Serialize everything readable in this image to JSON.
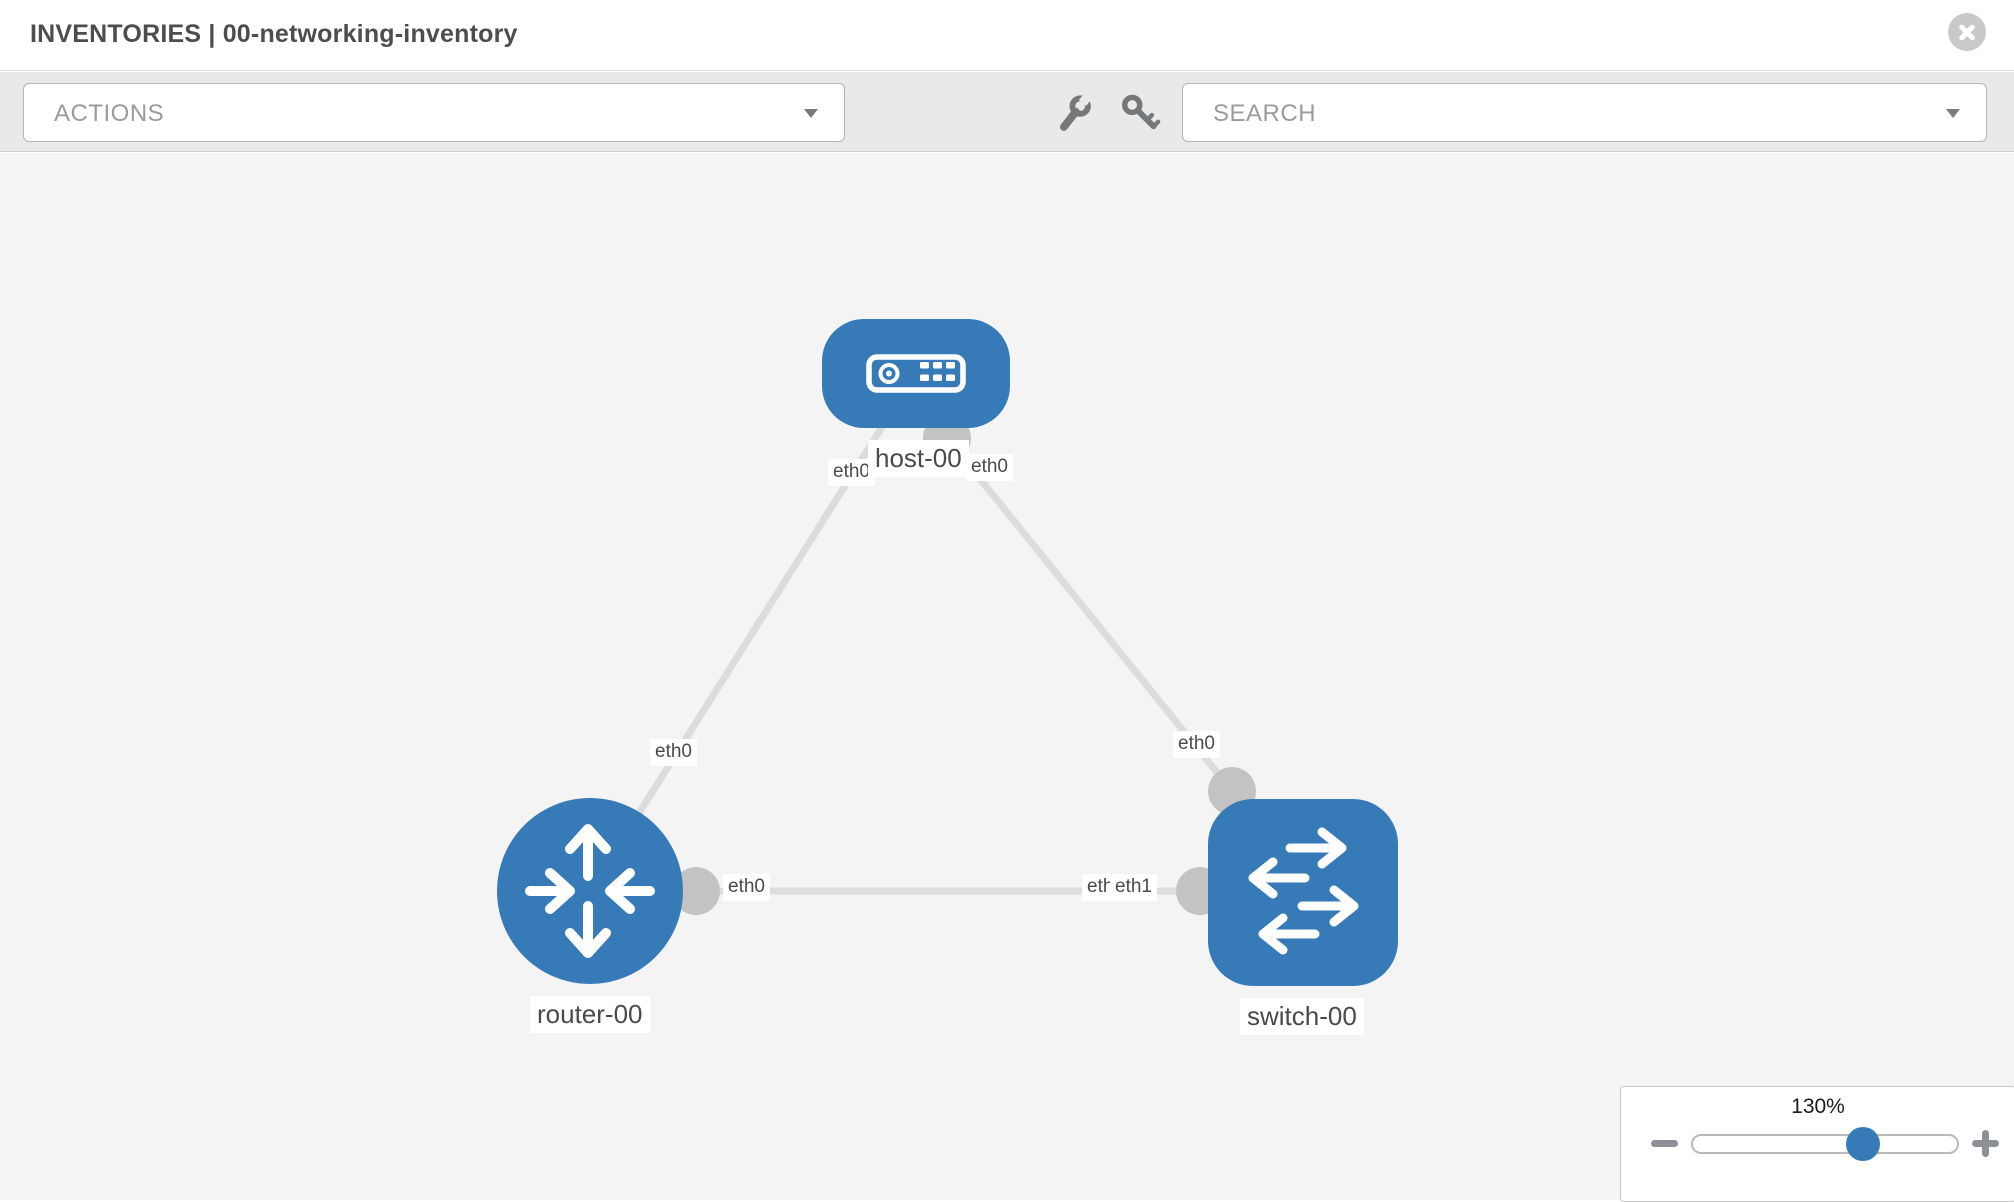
{
  "header": {
    "title": "INVENTORIES | 00-networking-inventory"
  },
  "toolbar": {
    "actions_label": "ACTIONS",
    "search_label": "SEARCH",
    "icons": [
      "wrench-icon",
      "key-icon"
    ]
  },
  "topology": {
    "nodes": [
      {
        "name": "host-00",
        "type": "host"
      },
      {
        "name": "router-00",
        "type": "router"
      },
      {
        "name": "switch-00",
        "type": "switch"
      }
    ],
    "links": [
      {
        "from": "router-00",
        "to": "host-00",
        "from_interface": "eth0",
        "to_interface": "eth0"
      },
      {
        "from": "host-00",
        "to": "switch-00",
        "from_interface": "eth0",
        "to_interface": "eth0"
      },
      {
        "from": "router-00",
        "to": "switch-00",
        "from_interface": "eth0",
        "to_interface": "eth1"
      }
    ],
    "interface_labels": [
      {
        "text": "eth0",
        "location": "host-left"
      },
      {
        "text": "eth0",
        "location": "host-right"
      },
      {
        "text": "eth0",
        "location": "router-host-link"
      },
      {
        "text": "eth0",
        "location": "host-switch-link"
      },
      {
        "text": "eth0",
        "location": "router-switch-link-router-end"
      },
      {
        "text": "eth0",
        "location": "router-switch-link-switch-end-under"
      },
      {
        "text": "eth1",
        "location": "router-switch-link-switch-end"
      }
    ]
  },
  "zoom_control": {
    "value": "130%"
  },
  "colors": {
    "node_blue": "#377ab8",
    "link_gray": "#dcdcdc",
    "endpoint_gray": "#c3c3c3",
    "slider_handle_blue": "#377ab8",
    "toolbar_gray": "#e9e9e9",
    "canvas_gray": "#f4f4f4"
  }
}
